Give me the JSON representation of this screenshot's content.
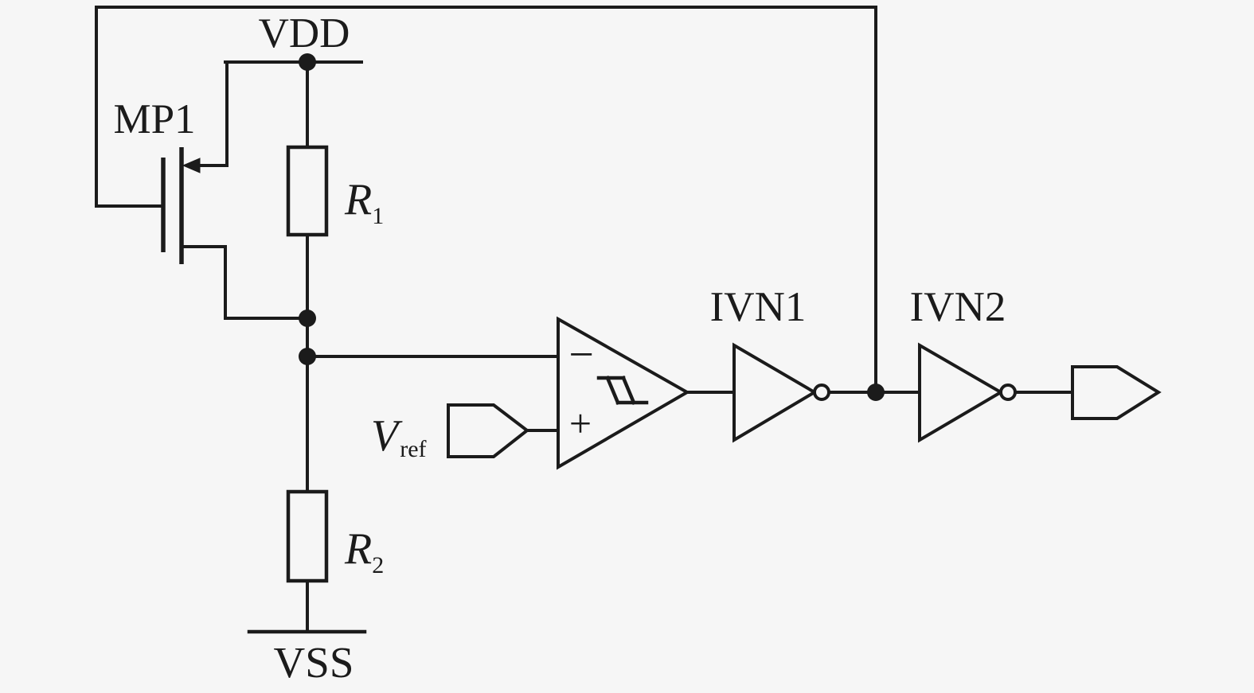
{
  "diagram": {
    "type": "circuit-schematic",
    "colors": {
      "background": "#f6f6f6",
      "line": "#1b1b1b"
    },
    "labels": {
      "vdd": "VDD",
      "vss": "VSS",
      "mp1": "MP1",
      "r1": {
        "base": "R",
        "sub": "1"
      },
      "r2": {
        "base": "R",
        "sub": "2"
      },
      "vref": {
        "base": "V",
        "sub": "ref"
      },
      "ivn1": "IVN1",
      "ivn2": "IVN2",
      "comparator": {
        "minus": "−",
        "plus": "+"
      }
    }
  }
}
